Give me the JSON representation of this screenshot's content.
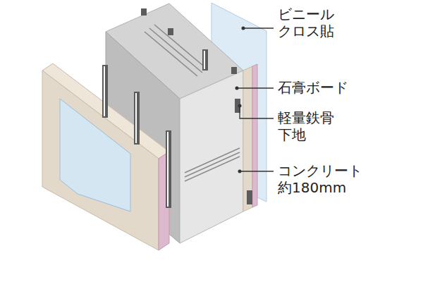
{
  "diagram": {
    "labels": [
      "ビニール クロス貼",
      "石膏ボード",
      "軽量鉄骨 下地",
      "コンクリート 約180mm"
    ]
  }
}
